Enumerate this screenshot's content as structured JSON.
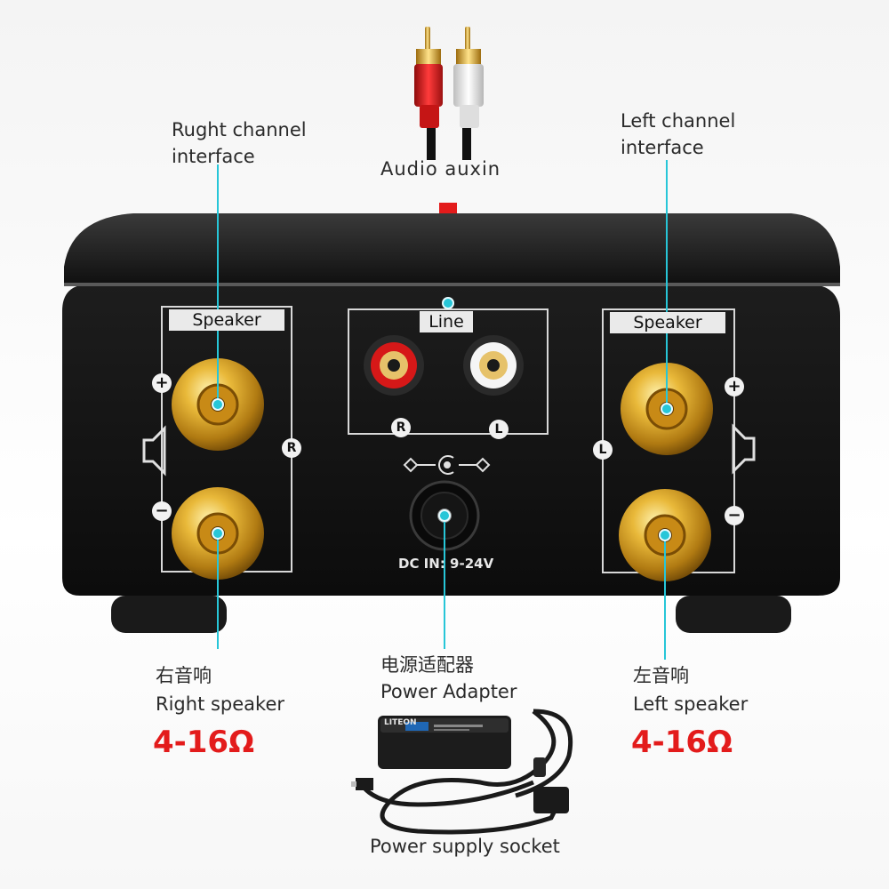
{
  "cable_label": "Audio auxin",
  "right_interface": {
    "line1": "Rught channel",
    "line2": "interface"
  },
  "left_interface": {
    "line1": "Left channel",
    "line2": "interface"
  },
  "panel": {
    "speaker_right_title": "Speaker",
    "speaker_left_title": "Speaker",
    "line_title": "Line",
    "rca_r": "R",
    "rca_l": "L",
    "right_badge": "R",
    "left_badge": "L",
    "plus": "+",
    "minus": "−",
    "dc_label": "DC IN: 9-24V"
  },
  "right_speaker": {
    "cn": "右音响",
    "en": "Right speaker",
    "impedance": "4-16Ω"
  },
  "left_speaker": {
    "cn": "左音响",
    "en": "Left speaker",
    "impedance": "4-16Ω"
  },
  "power_adapter": {
    "cn": "电源适配器",
    "en": "Power Adapter",
    "brand": "LITEON"
  },
  "power_socket": "Power supply socket",
  "colors": {
    "accent": "#27c6d8",
    "arrow": "#e31b1b",
    "impedance": "#e31b1b"
  }
}
